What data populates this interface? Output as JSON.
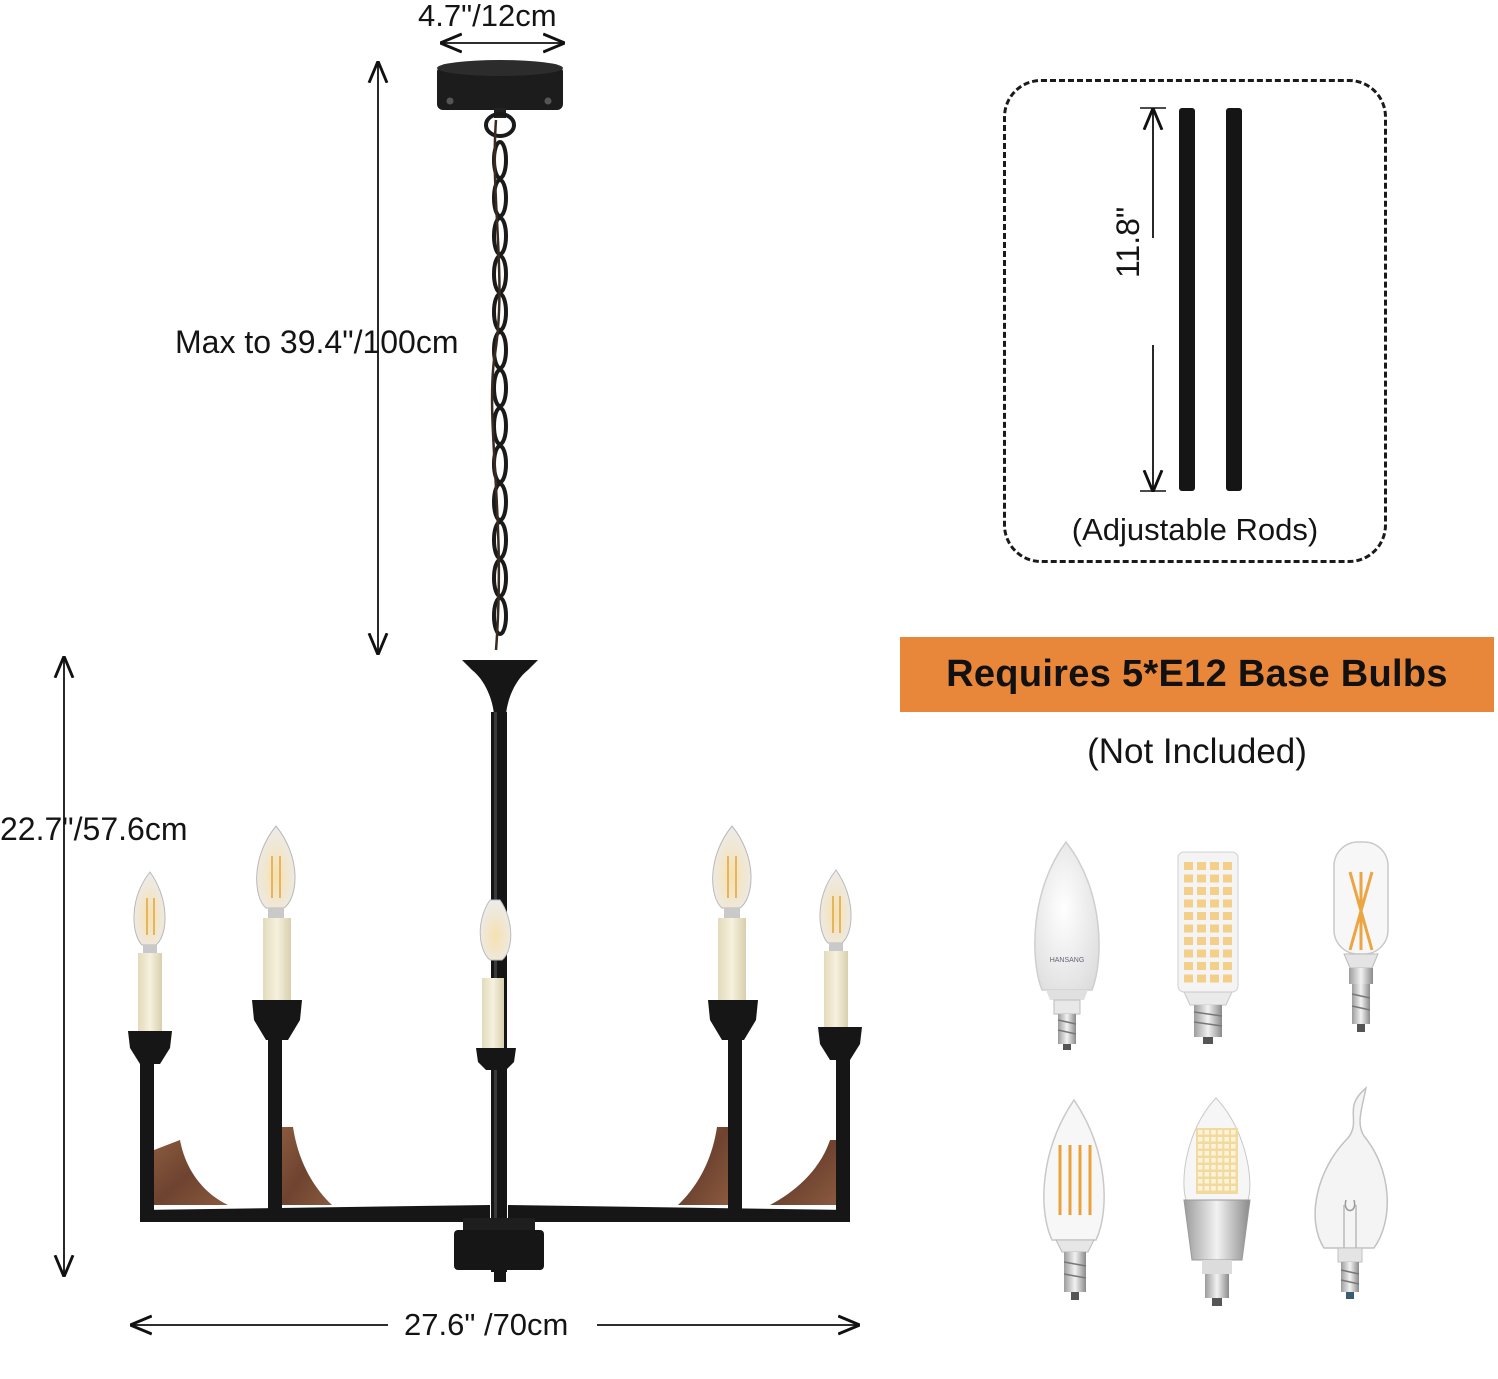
{
  "dimensions": {
    "canopy_width": "4.7\"/12cm",
    "chain_length": "Max to 39.4\"/100cm",
    "body_height": "22.7\"/57.6cm",
    "body_width": "27.6\" /70cm"
  },
  "rods": {
    "length_label": "11.8\"",
    "caption": "(Adjustable Rods)"
  },
  "bulbs": {
    "requirement": "Requires 5*E12 Base Bulbs",
    "note": "(Not Included)",
    "types": [
      {
        "name": "frosted-candle-bulb-icon",
        "logo_text": "HANSANG"
      },
      {
        "name": "led-corn-bulb-icon"
      },
      {
        "name": "tubular-filament-bulb-icon"
      },
      {
        "name": "filament-candle-bulb-icon"
      },
      {
        "name": "led-torpedo-bulb-icon"
      },
      {
        "name": "flame-tip-bulb-icon"
      }
    ]
  },
  "colors": {
    "banner": "#e8863a",
    "metal": "#161616",
    "wood": "#7a4a33",
    "candle_sleeve": "#efe8cf"
  }
}
